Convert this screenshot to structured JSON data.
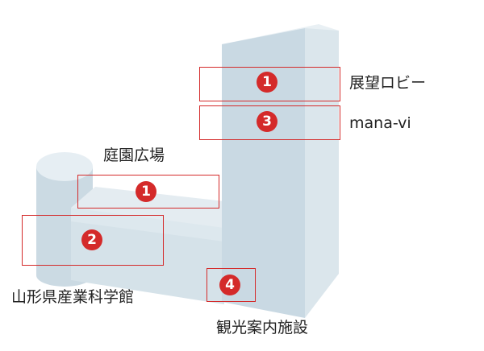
{
  "labels": {
    "observation_lobby": "展望ロビー",
    "mana_vi": "mana-vi",
    "garden_plaza": "庭園広場",
    "science_museum": "山形県産業科学館",
    "tourist_facility": "観光案内施設"
  },
  "markers": {
    "lobby": "1",
    "manavi": "3",
    "garden": "1",
    "museum": "2",
    "tourist": "4"
  },
  "colors": {
    "highlight": "#d42a2a",
    "building_light": "#e6eef2",
    "building_mid": "#d4e1e8",
    "building_dark": "#c3d5df"
  }
}
